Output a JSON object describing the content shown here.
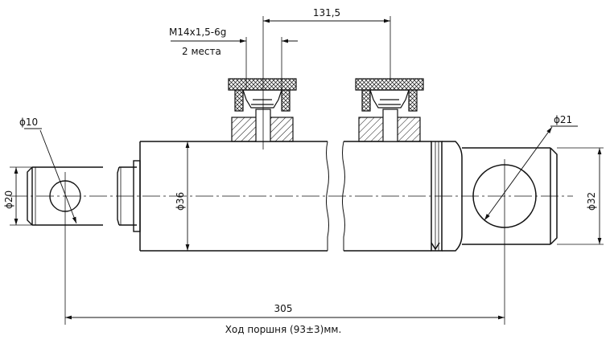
{
  "drawing": {
    "thread_label": "M14x1,5-6g",
    "thread_count_label": "2 места",
    "port_spacing": "131,5",
    "rod_eye_hole": "ϕ10",
    "rod_diameter": "ϕ20",
    "cylinder_diameter": "ϕ36",
    "eye_hole": "ϕ21",
    "eye_width": "ϕ32",
    "overall_length": "305",
    "stroke_note": "Ход поршня (93±3)мм."
  },
  "colors": {
    "line": "#111111",
    "background": "#ffffff"
  }
}
